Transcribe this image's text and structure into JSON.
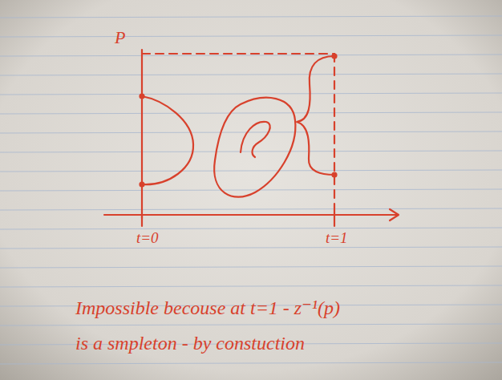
{
  "diagram": {
    "labels": [
      "P",
      "t=0",
      "t=1",
      "Impossible becouse at t=1 - z⁻¹(p) is a smpleton - by constuction"
    ]
  }
}
